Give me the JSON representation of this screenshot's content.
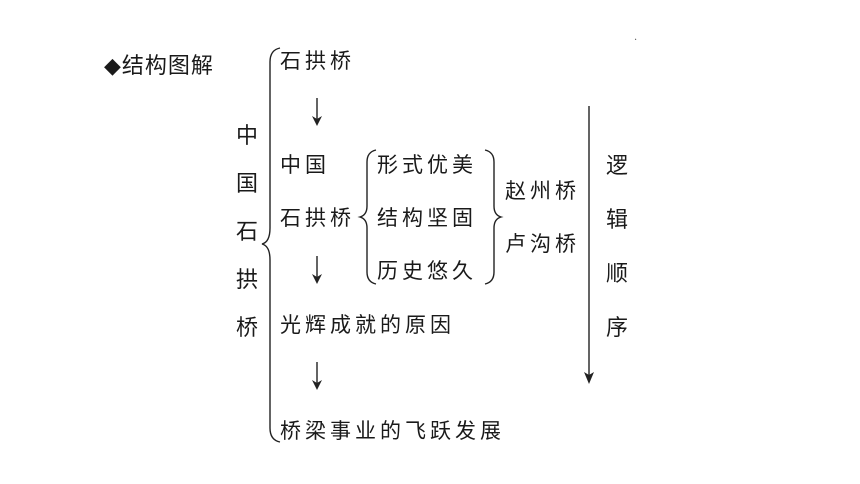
{
  "heading": "◆结构图解",
  "root_label": "中国石拱桥",
  "nodes": {
    "n1": "石拱桥",
    "n2a": "中国",
    "n2b": "石拱桥",
    "n3": "光辉成就的原因",
    "n4": "桥梁事业的飞跃发展"
  },
  "features": [
    "形式优美",
    "结构坚固",
    "历史悠久"
  ],
  "examples": [
    "赵州桥",
    "卢沟桥"
  ],
  "logic_label": "逻辑顺序",
  "colors": {
    "text": "#1a1a1a",
    "lines": "#222222",
    "background": "#ffffff"
  }
}
